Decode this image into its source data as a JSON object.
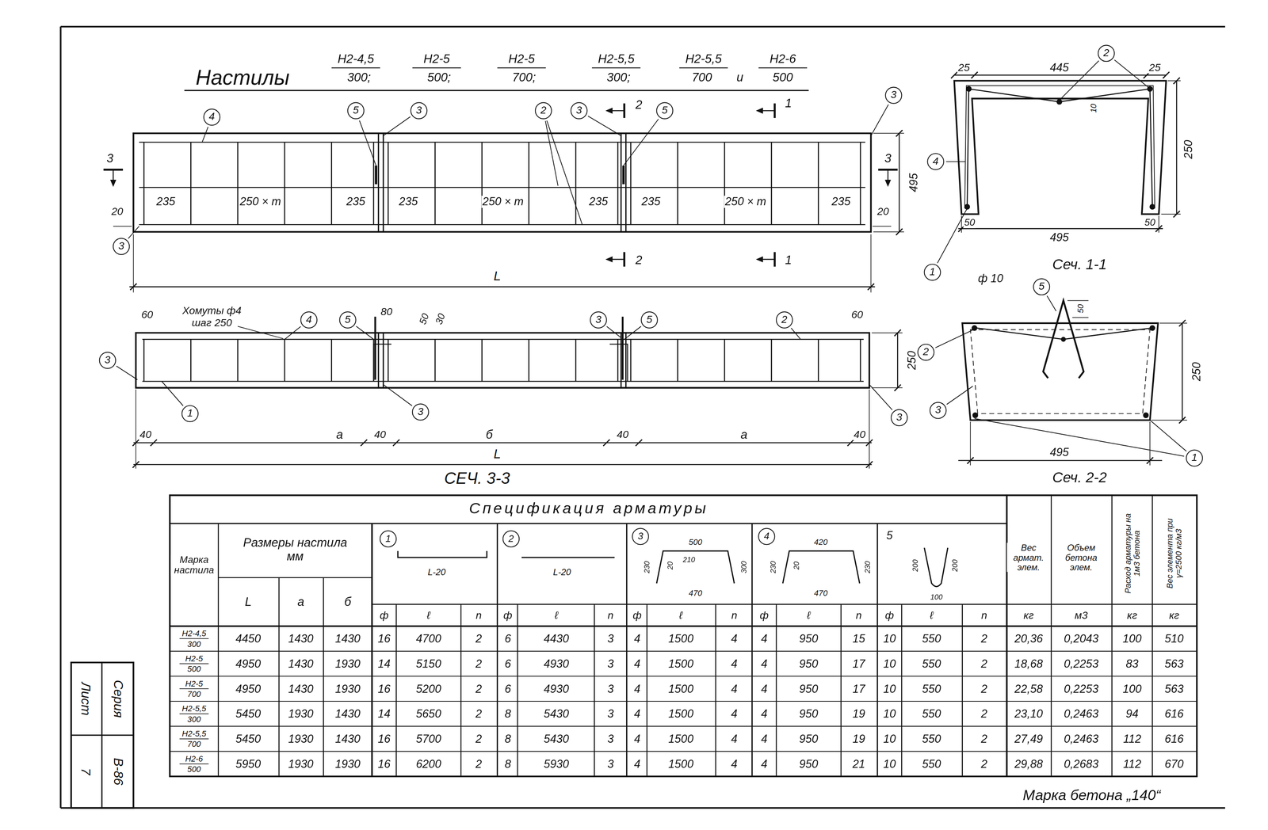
{
  "diagram": {
    "title": "Настилы",
    "labels": [
      "Н2-4,5",
      "300;",
      "Н2-5",
      "500;",
      "Н2-5",
      "700;",
      "Н2-5,5",
      "300;",
      "Н2-5,5",
      "700",
      "и",
      "Н2-6",
      "500",
      "4",
      "5",
      "3",
      "2",
      "3",
      "5",
      "3",
      "3",
      "2",
      "1",
      "2",
      "1",
      "3",
      "3",
      "20",
      "235",
      "250 × m",
      "235",
      "235",
      "250 × m",
      "235",
      "235",
      "250 × m",
      "235",
      "20",
      "495",
      "L",
      "60",
      "Хомуты ф4",
      "шаг 250",
      "4",
      "5",
      "80",
      "50",
      "30",
      "3",
      "5",
      "2",
      "60",
      "3",
      "1",
      "3",
      "250",
      "3",
      "40",
      "а",
      "40",
      "б",
      "40",
      "а",
      "40",
      "L",
      "СЕЧ. 3-3",
      "25",
      "445",
      "25",
      "2",
      "10",
      "4",
      "250",
      "50",
      "50",
      "495",
      "1",
      "Сеч. 1-1",
      "ф 10",
      "5",
      "50",
      "2",
      "250",
      "3",
      "495",
      "1",
      "Сеч. 2-2",
      "Спецификация арматуры",
      "Марка настила",
      "Размеры настила мм",
      "L",
      "а",
      "б",
      "1",
      "L-20",
      "2",
      "L-20",
      "3",
      "500",
      "210",
      "20",
      "470",
      "230",
      "300",
      "4",
      "420",
      "20",
      "470",
      "230",
      "230",
      "5",
      "200",
      "200",
      "100",
      "Вес армат. элем.",
      "Объем бетона элем.",
      "Расход арматуры на 1м3 бетона",
      "Вес элемента при γ=2500 кг/м3",
      "ф",
      "ℓ",
      "n",
      "ф",
      "ℓ",
      "n",
      "ф",
      "ℓ",
      "n",
      "ф",
      "ℓ",
      "n",
      "ф",
      "ℓ",
      "n",
      "кг",
      "м3",
      "кг",
      "кг",
      "Н2-4,5",
      "300",
      "4450",
      "1430",
      "1430",
      "16",
      "4700",
      "2",
      "6",
      "4430",
      "3",
      "4",
      "1500",
      "4",
      "4",
      "950",
      "15",
      "10",
      "550",
      "2",
      "20,36",
      "0,2043",
      "100",
      "510",
      "Н2-5",
      "500",
      "4950",
      "1430",
      "1930",
      "14",
      "5150",
      "2",
      "6",
      "4930",
      "3",
      "4",
      "1500",
      "4",
      "4",
      "950",
      "17",
      "10",
      "550",
      "2",
      "18,68",
      "0,2253",
      "83",
      "563",
      "Н2-5",
      "700",
      "4950",
      "1430",
      "1930",
      "16",
      "5200",
      "2",
      "6",
      "4930",
      "3",
      "4",
      "1500",
      "4",
      "4",
      "950",
      "17",
      "10",
      "550",
      "2",
      "22,58",
      "0,2253",
      "100",
      "563",
      "Н2-5,5",
      "300",
      "5450",
      "1930",
      "1430",
      "14",
      "5650",
      "2",
      "8",
      "5430",
      "3",
      "4",
      "1500",
      "4",
      "4",
      "950",
      "19",
      "10",
      "550",
      "2",
      "23,10",
      "0,2463",
      "94",
      "616",
      "Н2-5,5",
      "700",
      "5450",
      "1930",
      "1430",
      "16",
      "5700",
      "2",
      "8",
      "5430",
      "3",
      "4",
      "1500",
      "4",
      "4",
      "950",
      "19",
      "10",
      "550",
      "2",
      "27,49",
      "0,2463",
      "112",
      "616",
      "Н2-6",
      "500",
      "5950",
      "1930",
      "1930",
      "16",
      "6200",
      "2",
      "8",
      "5930",
      "3",
      "4",
      "1500",
      "4",
      "4",
      "950",
      "21",
      "10",
      "550",
      "2",
      "29,88",
      "0,2683",
      "112",
      "670",
      "Марка бетона „140“",
      "Серия",
      "В-86",
      "Лист",
      "7"
    ]
  }
}
